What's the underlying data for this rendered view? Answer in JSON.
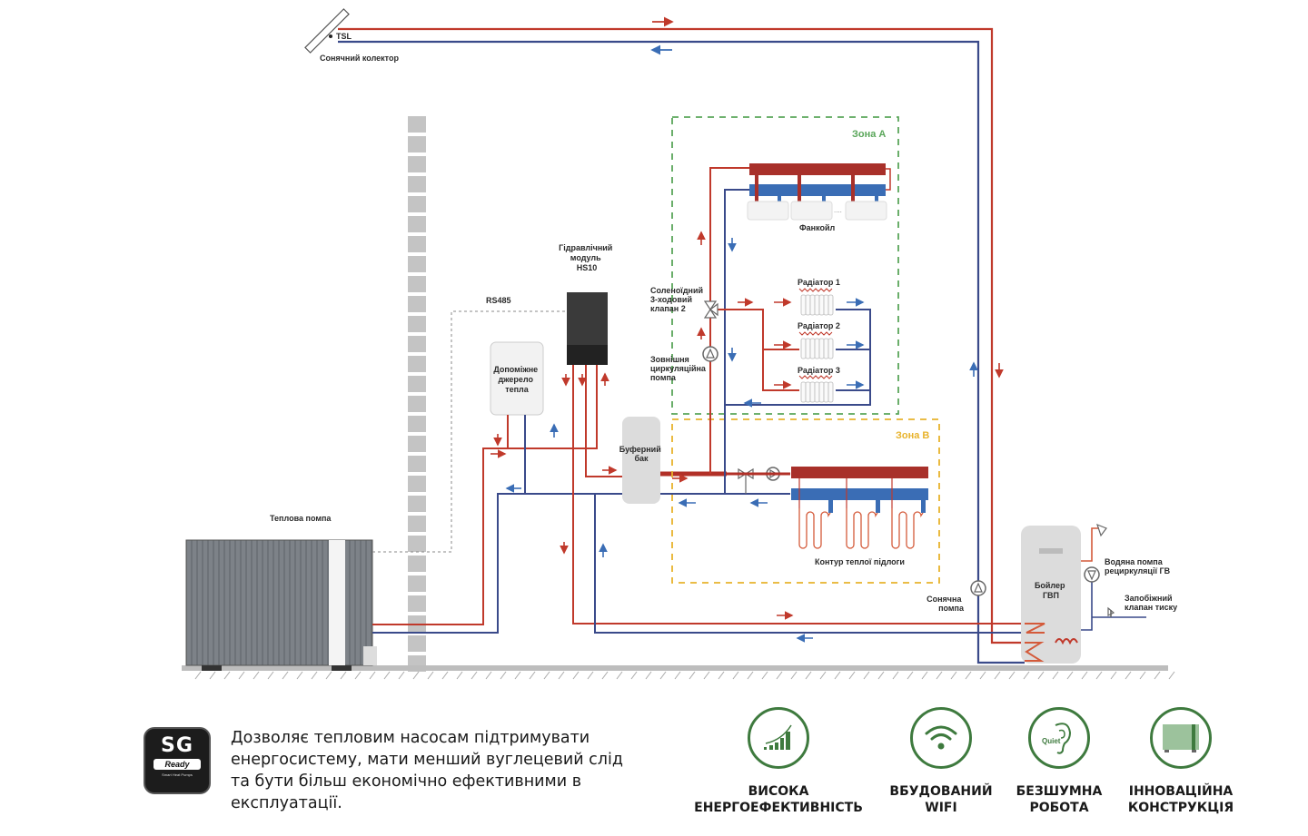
{
  "diagram": {
    "labels": {
      "solar_collector": "Сонячний колектор",
      "tsl": "TSL",
      "hydraulic_module": [
        "Гідравлічний",
        "модуль",
        "HS10"
      ],
      "rs485": "RS485",
      "aux_heat": [
        "Допоміжне",
        "джерело",
        "тепла"
      ],
      "heat_pump": "Теплова помпа",
      "buffer_tank": [
        "Буферний",
        "бак"
      ],
      "zone_a": "Зона А",
      "zone_b": "Зона B",
      "fancoil": "Фанкойл",
      "three_way_valve": [
        "Соленоїдний",
        "3-ходовий",
        "клапан 2"
      ],
      "circ_pump": [
        "Зовнішня",
        "циркуляційна",
        "помпа"
      ],
      "radiators": [
        "Радіатор 1",
        "Радіатор 2",
        "Радіатор 3"
      ],
      "floor_heating": "Контур теплої підлоги",
      "solar_pump": [
        "Сонячна",
        "помпа"
      ],
      "dhw_boiler": [
        "Бойлер",
        "ГВП"
      ],
      "dhw_recirc_pump": [
        "Водяна помпа",
        "рециркуляції ГВ"
      ],
      "pressure_valve": [
        "Запобіжний",
        "клапан тиску"
      ]
    },
    "colors": {
      "hot_pipe": "#c0392b",
      "cold_pipe": "#3a4a8a",
      "zone_a_border": "#5aa65a",
      "zone_b_border": "#e8b32c",
      "manifold_hot": "#a8302a",
      "manifold_cold": "#3a6db5"
    }
  },
  "sg_ready": {
    "badge_title": "SG",
    "badge_ready": "Ready",
    "badge_sub": "Smart Heat Pumps",
    "description": "Дозволяє тепловим насосам підтримувати енергосистему, мати менший вуглецевий слід та бути більш економічно ефективними в експлуатації."
  },
  "features": [
    {
      "icon": "energy-efficiency-icon",
      "line1": "ВИСОКА",
      "line2": "ЕНЕРГОЕФЕКТИВНІСТЬ"
    },
    {
      "icon": "wifi-icon",
      "line1": "ВБУДОВАНИЙ",
      "line2": "WIFI"
    },
    {
      "icon": "quiet-ear-icon",
      "line1": "БЕЗШУМНА",
      "line2": "РОБОТА",
      "icon_text": "Quiet"
    },
    {
      "icon": "heat-pump-unit-icon",
      "line1": "ІННОВАЦІЙНА",
      "line2": "КОНСТРУКЦІЯ"
    }
  ],
  "accent_green": "#3e7a3e"
}
